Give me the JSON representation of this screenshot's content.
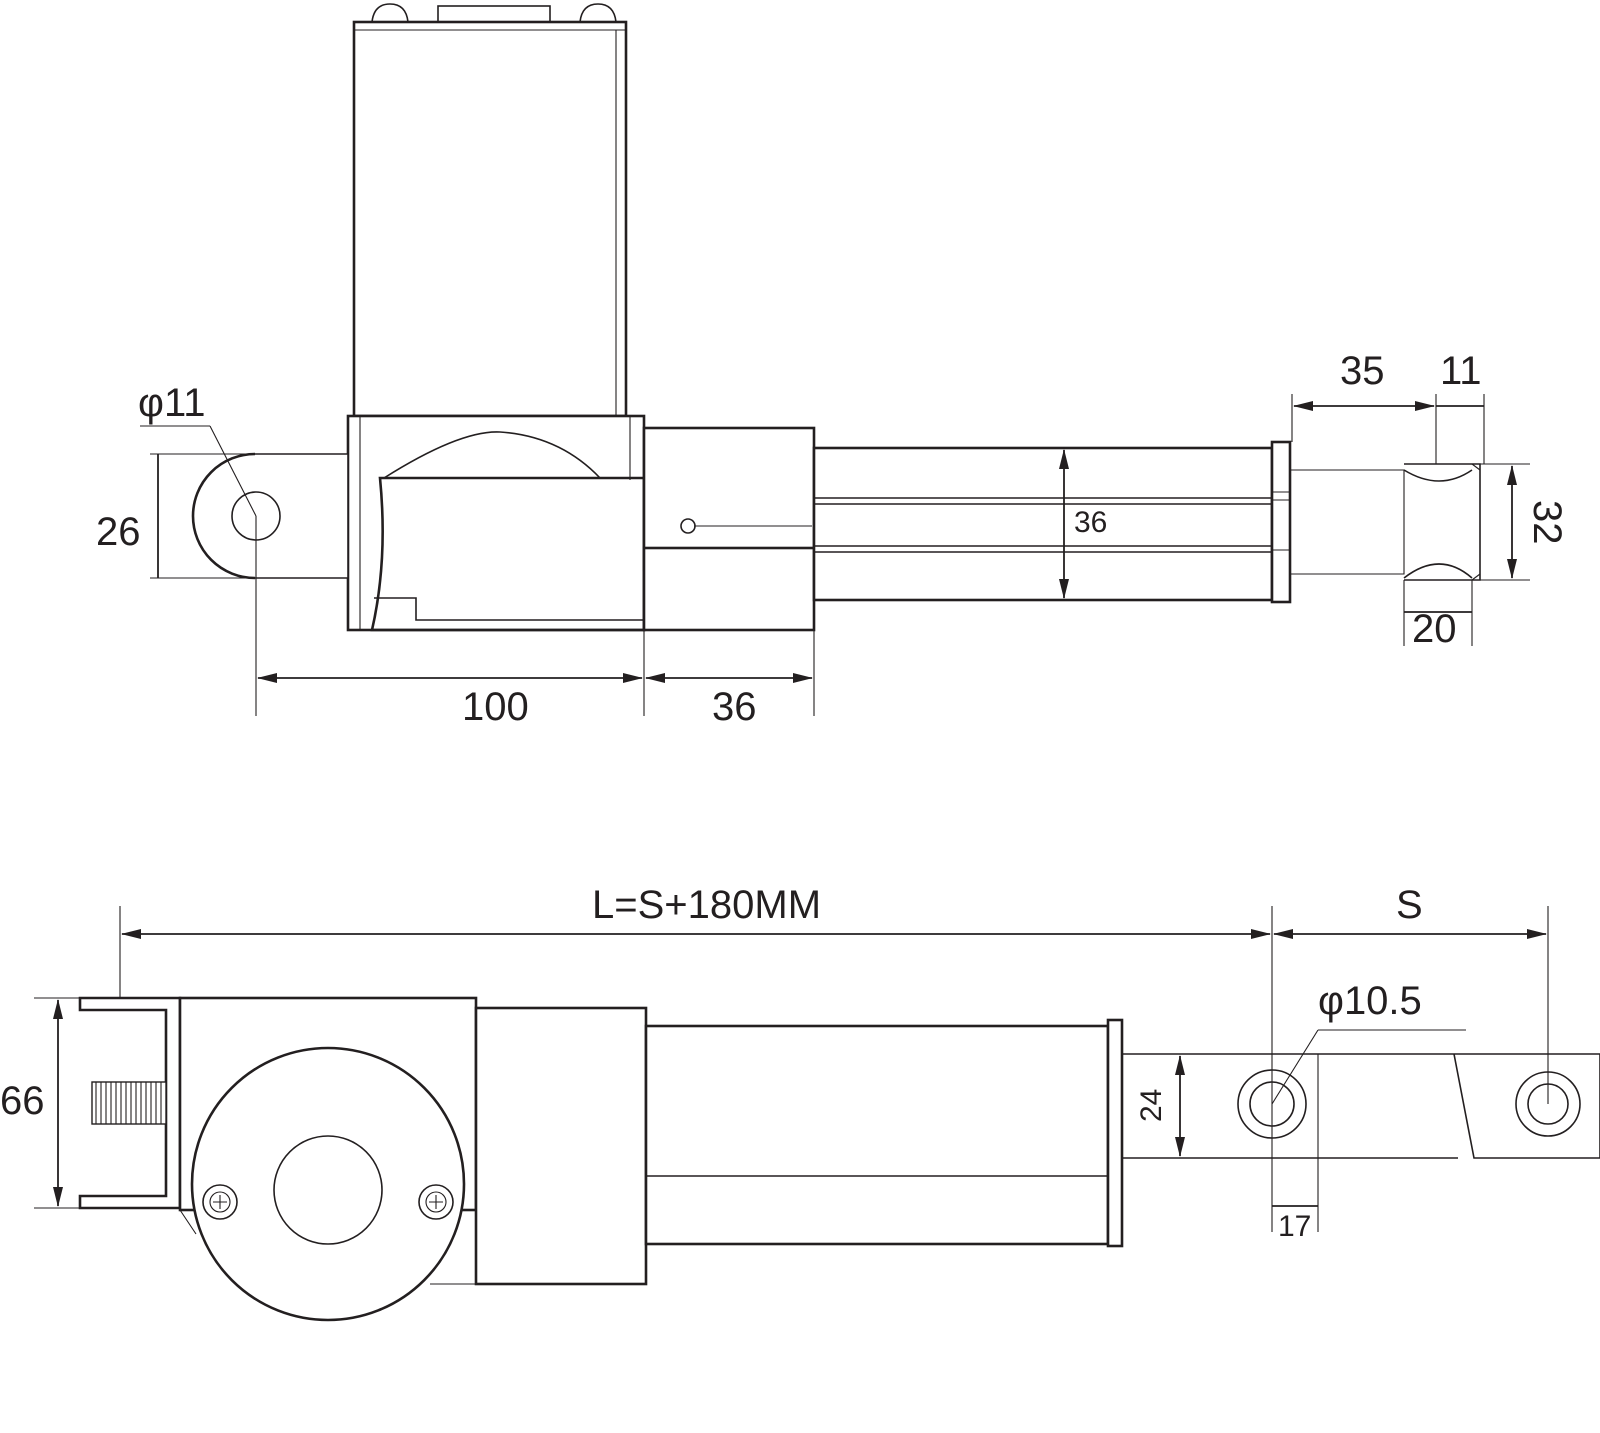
{
  "top_view": {
    "dims": {
      "phi_eye": "φ11",
      "eye_height": "26",
      "length_a": "100",
      "length_b": "36",
      "tube_dia": "36",
      "tip_len": "35",
      "tip_slot": "11",
      "tip_height": "32",
      "tip_width": "20"
    }
  },
  "bottom_view": {
    "dims": {
      "total_length": "L=S+180MM",
      "stroke": "S",
      "phi_hole": "φ10.5",
      "height": "66",
      "rod_height": "24",
      "hole_offset": "17"
    }
  }
}
